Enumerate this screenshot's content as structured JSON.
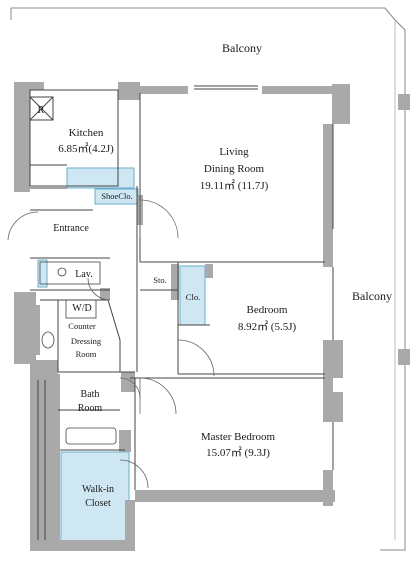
{
  "plan": {
    "balcony_top": "Balcony",
    "balcony_right": "Balcony",
    "kitchen": {
      "name": "Kitchen",
      "area": "6.85㎡(4.2J)",
      "fridge_mark": "R"
    },
    "living": {
      "line1": "Living",
      "line2": "Dining Room",
      "area": "19.11㎡ (11.7J)"
    },
    "shoe_closet": "ShoeClo.",
    "entrance": "Entrance",
    "lavatory": "Lav.",
    "storage": "Sto.",
    "closet": "Clo.",
    "bedroom": {
      "name": "Bedroom",
      "area": "8.92㎡ (5.5J)"
    },
    "washer": "W/D",
    "counter": "Counter",
    "dressing": {
      "line1": "Dressing",
      "line2": "Room"
    },
    "bath": {
      "line1": "Bath",
      "line2": "Room"
    },
    "master": {
      "name": "Master Bedroom",
      "area": "15.07㎡ (9.3J)"
    },
    "walkin": {
      "line1": "Walk-in",
      "line2": "Closet"
    },
    "colors": {
      "wall": "#a9a9a9",
      "line": "#444444",
      "blue": "#cfe7f3",
      "blue_line": "#6aaecb"
    }
  }
}
